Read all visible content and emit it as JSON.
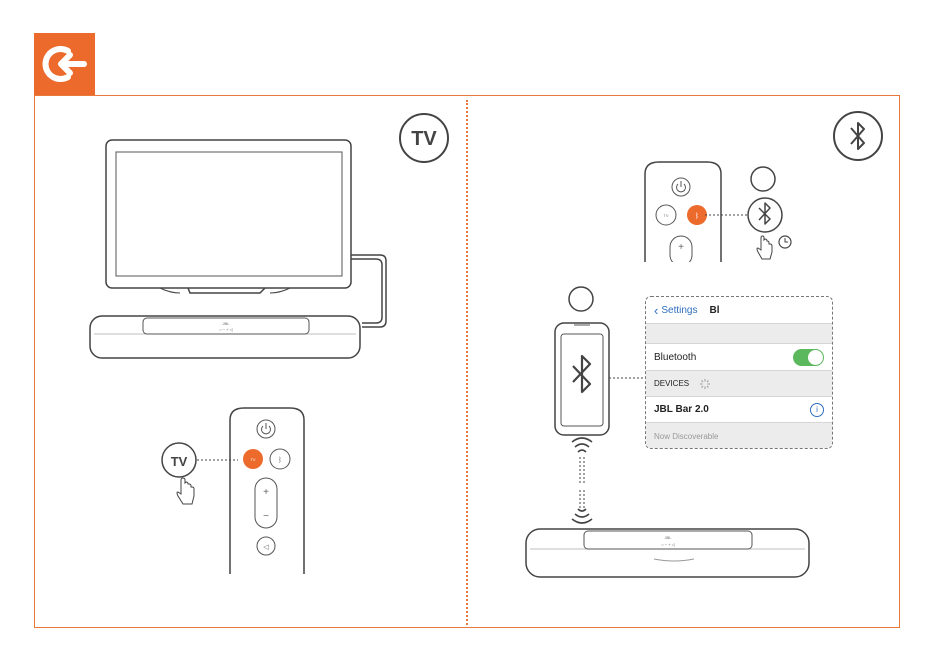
{
  "panel_left": {
    "mode_badge": "TV",
    "remote_tv_callout": "TV",
    "remote_tv_key": "TV"
  },
  "panel_right": {
    "remote_tv_key": "TV",
    "step_circles": [
      "",
      ""
    ],
    "phone_settings": {
      "back_label": "Settings",
      "title": "Bl",
      "bluetooth_label": "Bluetooth",
      "bluetooth_on": true,
      "devices_header": "DEVICES",
      "device_name": "JBL Bar 2.0",
      "status": "Now Discoverable"
    }
  },
  "soundbar_brand": "JBL",
  "colors": {
    "accent": "#ec6a2c",
    "frame": "#e8793a",
    "toggle_on": "#5cb85c",
    "link_blue": "#2f6fbf"
  },
  "icons": [
    "back-arrow-icon",
    "bluetooth-icon",
    "hand-press-icon",
    "clock-icon",
    "wifi-signal-icon",
    "info-icon",
    "power-icon",
    "volume-icon",
    "spinner-icon"
  ]
}
